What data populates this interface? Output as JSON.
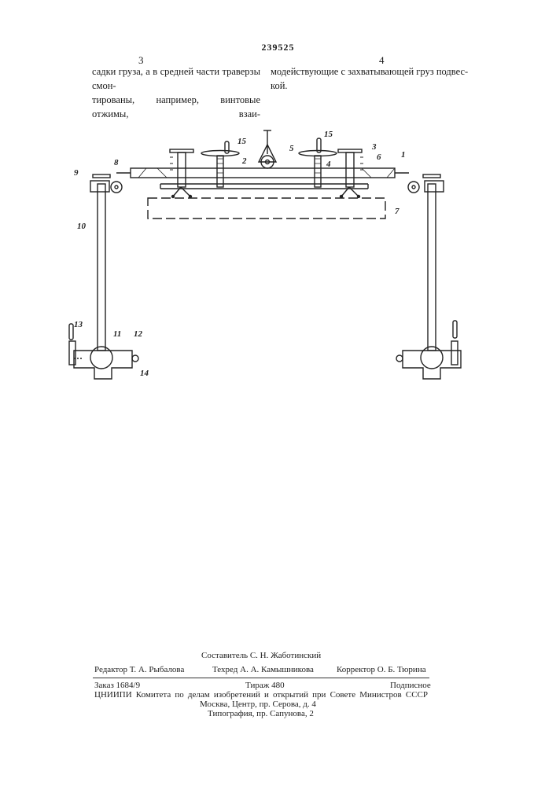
{
  "header": {
    "patent_number": "239525",
    "left_column_number": "3",
    "right_column_number": "4"
  },
  "text": {
    "left_lines": [
      "садки груза, а в средней части траверзы смон-",
      "тированы, например, винтовые отжимы, взаи-"
    ],
    "right_lines": [
      "модействующие с захватывающей груз подвес-",
      "кой."
    ]
  },
  "drawing": {
    "labels": [
      "1",
      "2",
      "3",
      "4",
      "5",
      "6",
      "7",
      "8",
      "9",
      "10",
      "11",
      "12",
      "13",
      "14",
      "15",
      "15"
    ]
  },
  "footer": {
    "compiler": "Составитель С. Н. Жаботинский",
    "editor": "Редактор Т. А. Рыбалова",
    "techred": "Техред А. А. Камышникова",
    "corrector": "Корректор О. Б. Тюрина",
    "order": "Заказ 1684/9",
    "circulation": "Тираж 480",
    "subscription": "Подписное",
    "org_line1": "ЦНИИПИ Комитета по делам изобретений и открытий при Совете Министров СССР",
    "org_line2": "Москва, Центр, пр. Серова, д. 4",
    "typography": "Типография, пр. Сапунова, 2"
  }
}
